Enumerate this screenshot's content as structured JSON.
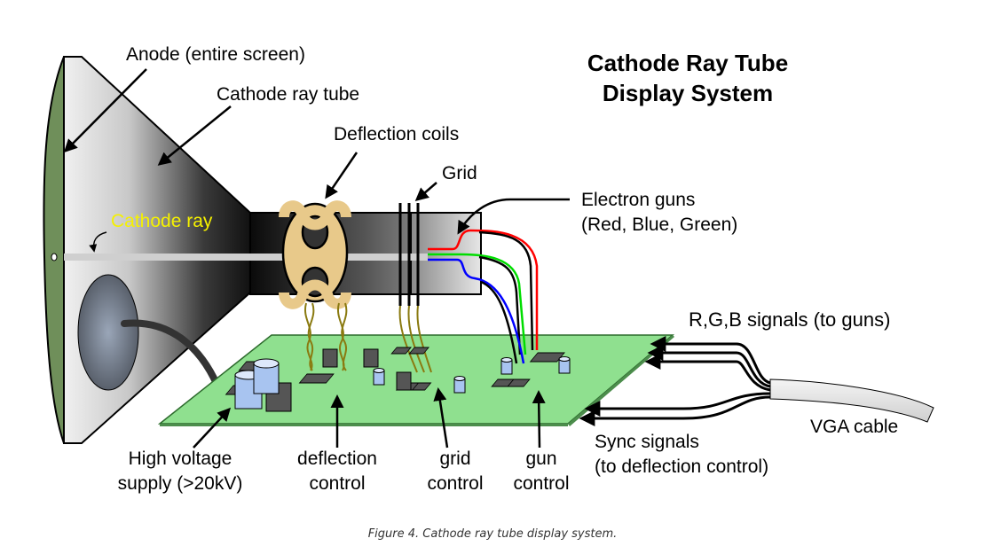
{
  "diagram": {
    "title_line1": "Cathode Ray Tube",
    "title_line2": "Display System",
    "labels": {
      "anode": "Anode (entire screen)",
      "crt": "Cathode ray tube",
      "deflection_coils": "Deflection coils",
      "grid": "Grid",
      "cathode_ray": "Cathode ray",
      "electron_guns_line1": "Electron guns",
      "electron_guns_line2": "(Red, Blue, Green)",
      "rgb_signals": "R,G,B signals (to guns)",
      "vga_cable": "VGA cable",
      "sync_line1": "Sync signals",
      "sync_line2": "(to deflection control)",
      "hv_line1": "High voltage",
      "hv_line2": "supply (>20kV)",
      "deflection_control_line1": "deflection",
      "deflection_control_line2": "control",
      "grid_control_line1": "grid",
      "grid_control_line2": "control",
      "gun_control_line1": "gun",
      "gun_control_line2": "control"
    },
    "colors": {
      "screen": "#6f8f5a",
      "board": "#8fe08f",
      "coil": "#e8c98a",
      "red_gun": "#ff0000",
      "green_gun": "#00dd00",
      "blue_gun": "#0000ff",
      "capacitor": "#a8c4f0",
      "chip": "#555555",
      "cathode_ray_text": "#f5f100"
    }
  },
  "caption": "Figure 4. Cathode ray tube display system."
}
